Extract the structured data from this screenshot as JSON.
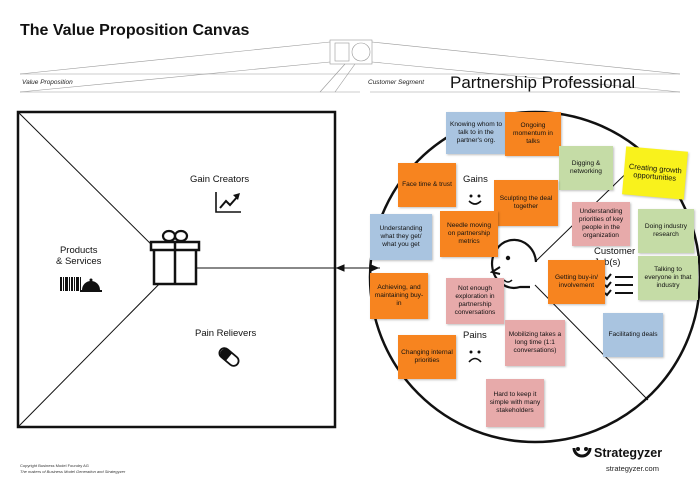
{
  "header": {
    "title": "The Value Proposition Canvas",
    "value_proposition_label": "Value Proposition",
    "customer_segment_label": "Customer Segment",
    "customer_segment_name": "Partnership Professional"
  },
  "value_map": {
    "gain_creators": "Gain Creators",
    "products_services": "Products\n& Services",
    "pain_relievers": "Pain Relievers"
  },
  "customer_profile": {
    "gains": "Gains",
    "pains": "Pains",
    "customer_jobs": "Customer\nJob(s)"
  },
  "stickies": [
    {
      "text": "Knowing whom to talk to in the partner's org.",
      "color": "#a9c4e0"
    },
    {
      "text": "Ongoing momentum in talks",
      "color": "#f7841f"
    },
    {
      "text": "Digging & networking",
      "color": "#c5dca6"
    },
    {
      "text": "Creating growth opportunities",
      "color": "#f9f21c"
    },
    {
      "text": "Face time & trust",
      "color": "#f7841f"
    },
    {
      "text": "Sculpting the deal together",
      "color": "#f7841f"
    },
    {
      "text": "Understanding priorities of key people in the organization",
      "color": "#e7aaaa"
    },
    {
      "text": "Doing industry research",
      "color": "#c5dca6"
    },
    {
      "text": "Understanding what they get/ what you get",
      "color": "#a9c4e0"
    },
    {
      "text": "Needle moving on partnership metrics",
      "color": "#f7841f"
    },
    {
      "text": "Getting buy-in/ involvement",
      "color": "#f7841f"
    },
    {
      "text": "Talking to everyone in that industry",
      "color": "#c5dca6"
    },
    {
      "text": "Achieving, and maintaining buy-in",
      "color": "#f7841f"
    },
    {
      "text": "Not enough exploration in partnership conversations",
      "color": "#e7aaaa"
    },
    {
      "text": "Facilitating deals",
      "color": "#a9c4e0"
    },
    {
      "text": "Changing internal priorities",
      "color": "#f7841f"
    },
    {
      "text": "Mobilizing takes a long time (1:1 conversations)",
      "color": "#e7aaaa"
    },
    {
      "text": "Hard to keep it simple with many stakeholders",
      "color": "#e7aaaa"
    }
  ],
  "footer": {
    "copyright": "Copyright Business Model Foundry AG",
    "makers": "The makers of Business Model Generation and Strategyzer",
    "brand": "Strategyzer",
    "url": "strategyzer.com"
  },
  "icons": [
    "gift-icon",
    "barcode-icon",
    "cloche-icon",
    "growth-chart-icon",
    "pill-icon",
    "smile-icon",
    "frown-icon",
    "checklist-icon",
    "customer-face-icon",
    "strategyzer-logo-icon"
  ]
}
